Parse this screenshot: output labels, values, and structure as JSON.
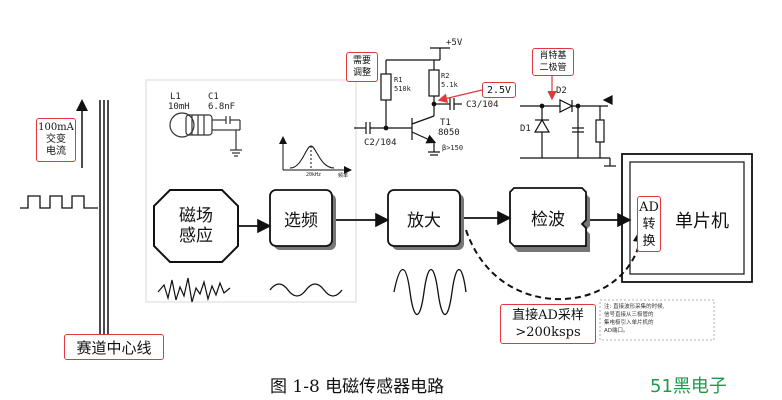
{
  "left": {
    "current_label": "100mA\n交变\n电流",
    "track_label": "赛道中心线"
  },
  "components": {
    "l1_name": "L1",
    "l1_value": "10mH",
    "c1_name": "C1",
    "c1_value": "6.8nF"
  },
  "blocks": {
    "sense": "磁场\n感应",
    "select": "选频",
    "amplify": "放大",
    "detect": "检波",
    "ad_convert": "AD\n转\n换",
    "mcu": "单片机"
  },
  "amp_circuit": {
    "vcc": "+5V",
    "adjust_note": "需要\n调整",
    "r1_name": "R1",
    "r1_value": "510k",
    "r2_name": "R2",
    "r2_value": "5.1k",
    "bias_voltage": "2.5V",
    "c3": "C3/104",
    "c2": "C2/104",
    "t1_name": "T1",
    "t1_model": "8050",
    "beta": "β>150"
  },
  "detector_circuit": {
    "diode_note": "肖特基\n二极管",
    "d1": "D1",
    "d2": "D2"
  },
  "resonance": {
    "center": "20kHz",
    "axis": "频率"
  },
  "direct_ad_note": "直接AD采样\n>200ksps",
  "side_note": "注: 直接波形采集的时候,\n信号直接从三极管的\n集电极引入单片机的\nAD端口。",
  "caption": "图 1-8  电磁传感器电路",
  "watermark": "51黑电子"
}
